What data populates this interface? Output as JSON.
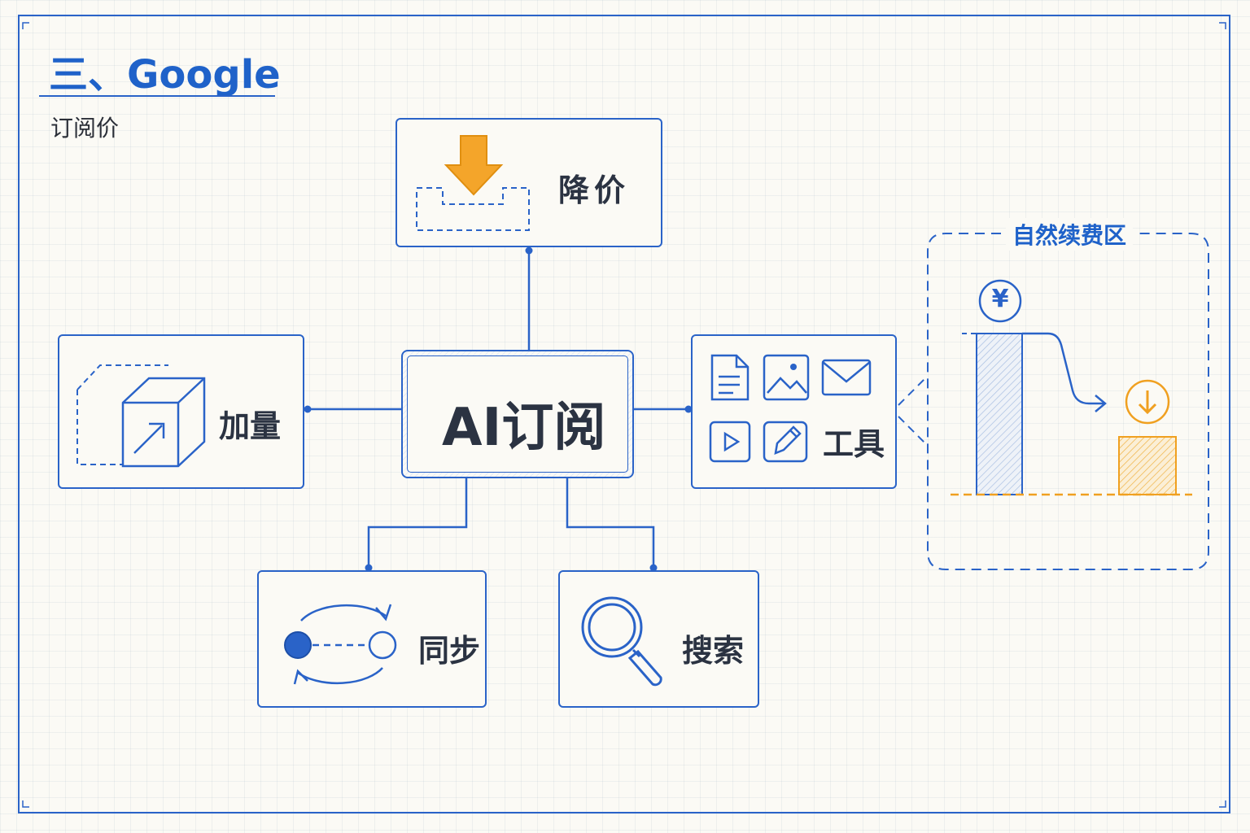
{
  "header": {
    "title": "三、Google",
    "subtitle": "订阅价"
  },
  "center": {
    "label": "AI订阅"
  },
  "nodes": {
    "price_drop": "降价",
    "add_quota": "加量",
    "tools": "工具",
    "sync": "同步",
    "search": "搜索"
  },
  "renewal": {
    "title": "自然续费区",
    "currency_symbol": "¥"
  },
  "colors": {
    "primary_blue": "#2a63c8",
    "accent_orange": "#f0a020",
    "text_dark": "#2b3342"
  }
}
